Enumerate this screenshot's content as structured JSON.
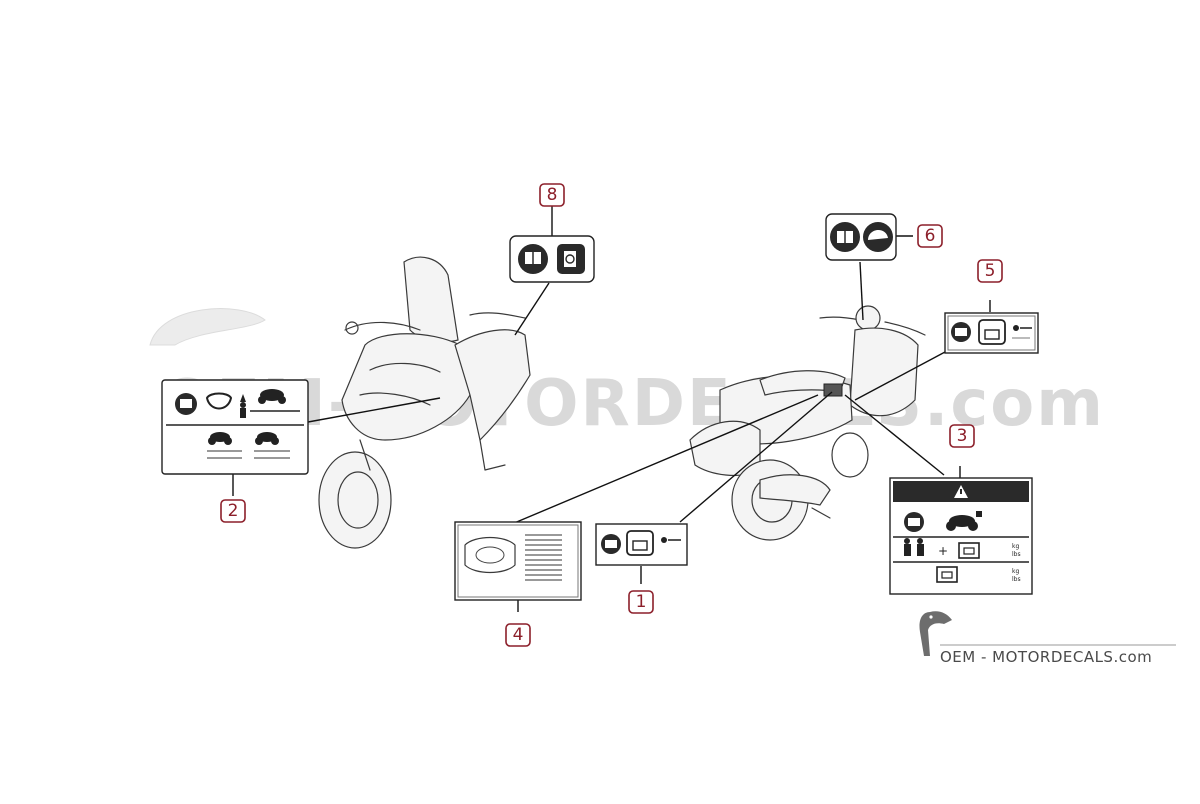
{
  "watermark": {
    "text": "OEM-MOTORDECALS.com"
  },
  "brand": {
    "text": "OEM - MOTORDECALS.com",
    "icon": "toucan-logo-icon"
  },
  "callouts": [
    {
      "id": "1",
      "label": "1"
    },
    {
      "id": "2",
      "label": "2"
    },
    {
      "id": "3",
      "label": "3"
    },
    {
      "id": "4",
      "label": "4"
    },
    {
      "id": "5",
      "label": "5"
    },
    {
      "id": "6",
      "label": "6"
    },
    {
      "id": "8",
      "label": "8"
    }
  ],
  "decals": {
    "d1": {
      "icons": [
        "manual-book-icon",
        "fuel-can-icon",
        "small-text-icon"
      ]
    },
    "d2": {
      "icons": [
        "manual-book-icon",
        "tire-pressure-icon",
        "rider-icon",
        "motorcycle-icon"
      ]
    },
    "d3": {
      "icons": [
        "warning-triangle-icon",
        "manual-book-icon",
        "motorcycle-icon",
        "riders-icon",
        "luggage-icon"
      ],
      "units": [
        "kg",
        "lbs",
        "kg",
        "lbs"
      ]
    },
    "d4": {
      "icons": [
        "engine-diagram-icon",
        "text-lines-icon"
      ]
    },
    "d5": {
      "icons": [
        "manual-book-icon",
        "fuel-can-icon",
        "small-text-icon"
      ]
    },
    "d6": {
      "icons": [
        "manual-book-icon",
        "helmet-icon"
      ]
    },
    "d8": {
      "icons": [
        "manual-book-icon",
        "fuel-pump-icon"
      ]
    }
  },
  "colors": {
    "callout": "#8c1f2a",
    "line": "#111111",
    "drawing": "#3a3a3a",
    "watermark": "#d9d9d9"
  }
}
